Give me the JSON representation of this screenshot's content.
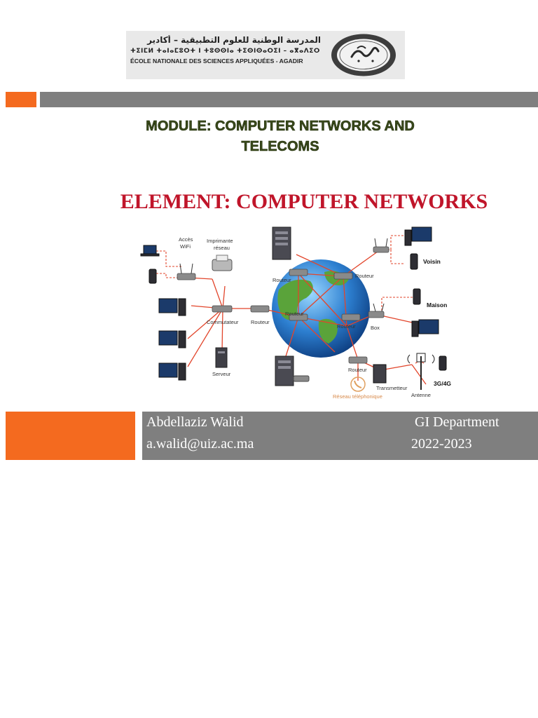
{
  "logo": {
    "arabic_text": "المدرسة الوطنية للعلوم التطبيقية – أكادير",
    "tifinagh_text": "ⵜⵉⵏⵎⵍ ⵜⴰⵏⴰⵎⵓⵔⵜ ⵏ ⵜⵓⵙⵙⵏⴰ ⵜⵉⵙⵏⵙⴰⵔⵉⵏ – ⴰⴳⴰⴷⵉⵔ",
    "french_text": "ÉCOLE NATIONALE DES SCIENCES APPLIQUÉES - AGADIR"
  },
  "module": {
    "line1": "MODULE: COMPUTER NETWORKS AND",
    "line2": "TELECOMS"
  },
  "element_title": "ELEMENT: COMPUTER NETWORKS",
  "diagram": {
    "labels": {
      "acces_wifi_1": "Accès",
      "acces_wifi_2": "WiFi",
      "imprimante_1": "Imprimante",
      "imprimante_2": "réseau",
      "routeur_top_left": "Routeur",
      "routeur_top_right": "Routeur",
      "routeur_center": "Routeur",
      "routeur_center_right": "Routeur",
      "routeur_left": "Routeur",
      "routeur_bottom": "Routeur",
      "commutateur": "Commutateur",
      "serveur": "Serveur",
      "voisin": "Voisin",
      "maison": "Maison",
      "box": "Box",
      "transmetteur": "Transmetteur",
      "antenne": "Antenne",
      "reseau_tel": "Réseau téléphonique",
      "g34": "3G/4G"
    }
  },
  "footer": {
    "author": "Abdellaziz Walid",
    "email": "a.walid@uiz.ac.ma",
    "department": "GI Department",
    "year": "2022-2023"
  },
  "colors": {
    "accent_orange": "#f46a1f",
    "bar_gray": "#7f7f7f",
    "module_green": "#3a4a1b",
    "title_red": "#c0152a"
  }
}
